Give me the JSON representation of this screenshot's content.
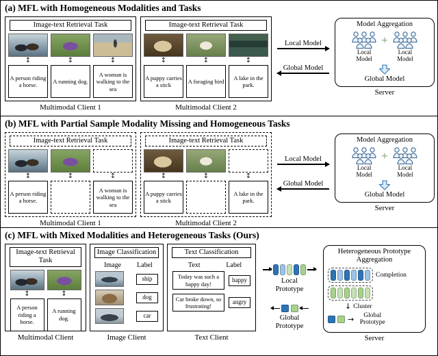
{
  "icons": {
    "updown_arrow": "↕",
    "plus": "+",
    "down_arrow": "↓",
    "right_arrow": "→"
  },
  "panel_a": {
    "title": "(a) MFL with Homogeneous Modalities and Tasks",
    "client1": {
      "task": "Image-text Retrieval Task",
      "photos": [
        "dog-sled",
        "running-dog",
        "woman-walking-to-sea"
      ],
      "captions": [
        "A person riding a horse.",
        "A running dog.",
        "A woman is walking to the sea"
      ],
      "label": "Multimodal Client 1"
    },
    "client2": {
      "task": "Image-text Retrieval Task",
      "photos": [
        "puppy-with-stick",
        "foraging-bird",
        "lake-in-park"
      ],
      "captions": [
        "A puppy carries a stick",
        "A foraging bird",
        "A lake in the park."
      ],
      "label": "Multimodal Client 2"
    },
    "local_model_arrow": "Local Model",
    "global_model_arrow": "Global Model",
    "server": {
      "title": "Model Aggregation",
      "local_label_1": "Local Model",
      "local_label_2": "Local Model",
      "global_label": "Global Model",
      "caption": "Server"
    }
  },
  "panel_b": {
    "title": "(b) MFL with Partial Sample Modality Missing and Homogeneous Tasks",
    "client1": {
      "task": "Image-text Retrieval Task",
      "photos": [
        "dog-sled",
        "running-dog",
        null
      ],
      "captions": [
        "A person riding a horse.",
        null,
        "A woman is walking to the sea"
      ],
      "label": "Multimodal Client 1"
    },
    "client2": {
      "task": "Image-text Retrieval Task",
      "photos": [
        "puppy-with-stick",
        "foraging-bird",
        null
      ],
      "captions": [
        "A puppy carries a stick",
        null,
        "A lake in the park."
      ],
      "label": "Multimodal Client 2"
    },
    "local_model_arrow": "Local Model",
    "global_model_arrow": "Global Model",
    "server": {
      "title": "Model Aggregation",
      "local_label_1": "Local Model",
      "local_label_2": "Local Model",
      "global_label": "Global Model",
      "caption": "Server"
    }
  },
  "panel_c": {
    "title": "(c) MFL with Mixed Modalities and Heterogeneous Tasks (Ours)",
    "multimodal_client": {
      "task": "Image-text Retrieval Task",
      "photos": [
        "dog-sled",
        "running-dog"
      ],
      "captions": [
        "A person riding a horse.",
        "A running dog."
      ],
      "label": "Multimodal Client"
    },
    "image_client": {
      "task": "Image Classification",
      "col_image": "Image",
      "col_label": "Label",
      "photos": [
        "ship",
        "dog",
        "car"
      ],
      "labels": [
        "ship",
        "dog",
        "car"
      ],
      "label": "Image Client"
    },
    "text_client": {
      "task": "Text Classification",
      "col_text": "Text",
      "col_label": "Label",
      "rows": [
        {
          "text": "Today was such a happy day!",
          "label": "happy"
        },
        {
          "text": "Car broke down, so frustrating!",
          "label": "angry"
        }
      ],
      "label": "Text Client"
    },
    "middle": {
      "local_bars": [
        "#2e75b6",
        "#9dc3e6",
        "#c6e0b4",
        "#2e75b6",
        "#a9d18e"
      ],
      "local_label": "Local Prototype",
      "global_squares": [
        "#2e75b6",
        "#a9d18e"
      ],
      "global_label": "Global Prototype"
    },
    "server": {
      "title": "Heterogeneous Prototype Aggregation",
      "blue_row": [
        "#2e75b6",
        "#9dc3e6",
        "#2e75b6",
        "#9dc3e6",
        "#2e75b6",
        "#9dc3e6"
      ],
      "completion_label": "Completion",
      "green_row": [
        "#a9d18e",
        "#c6e0b4",
        "#a9d18e",
        "#c6e0b4",
        "#a9d18e",
        "#c6e0b4"
      ],
      "cluster_label": "Cluster",
      "result_squares": [
        "#2e75b6",
        "#a9d18e"
      ],
      "global_label": "Global Prototype",
      "caption": "Server"
    }
  }
}
